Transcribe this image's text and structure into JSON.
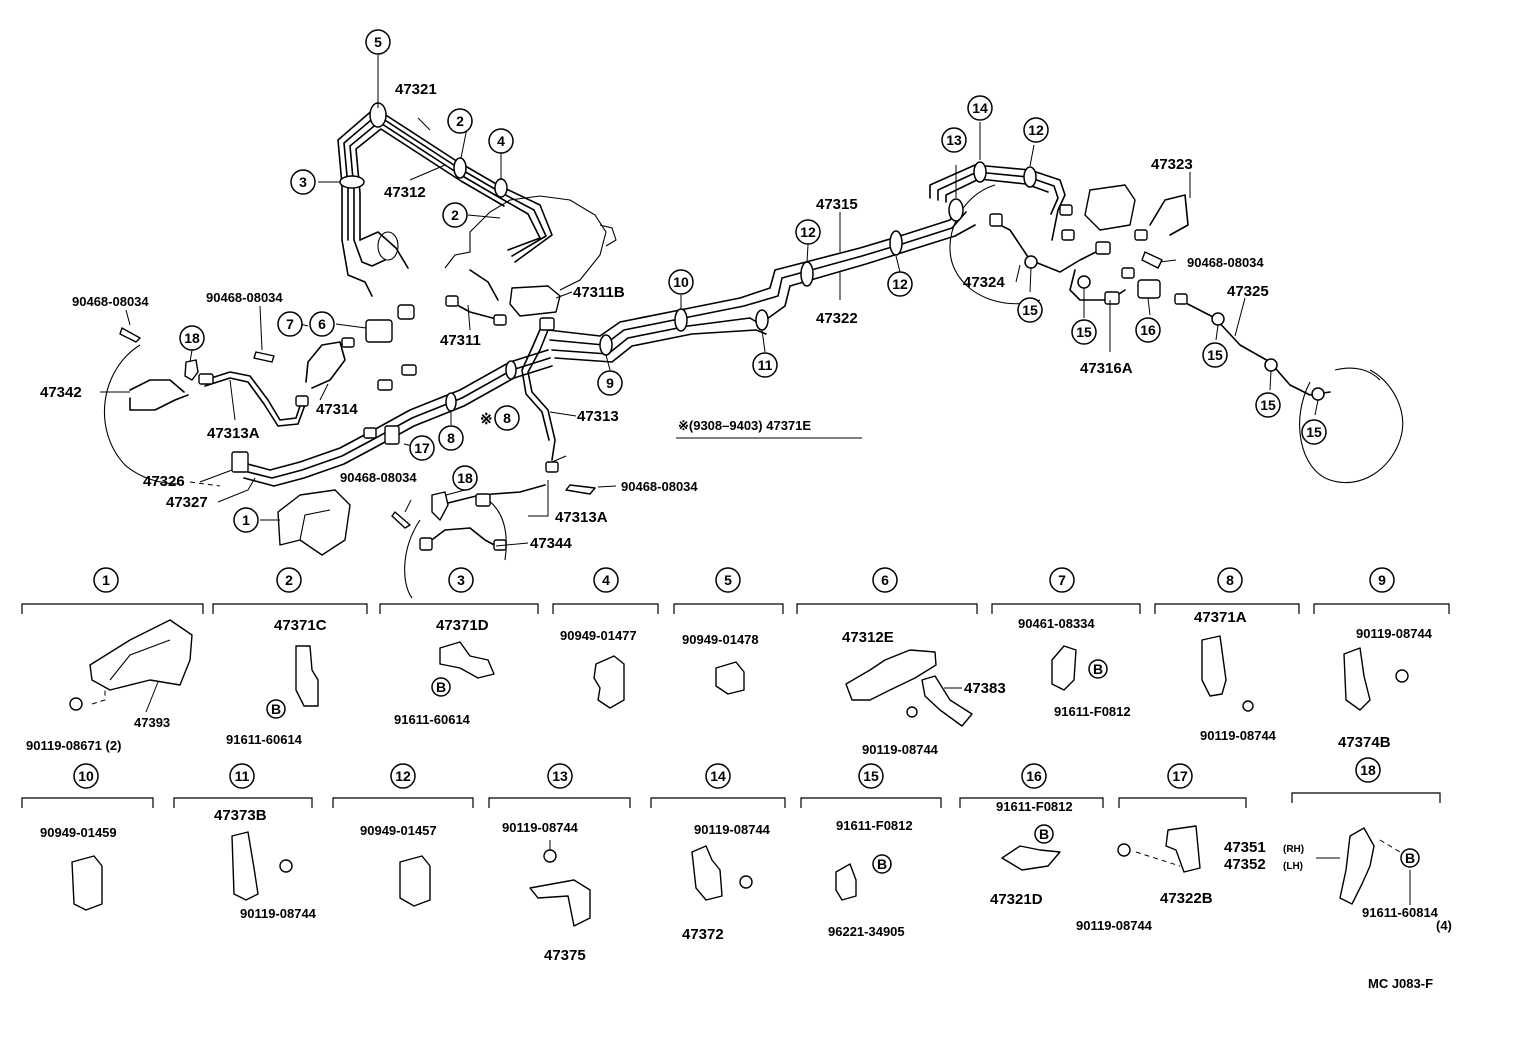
{
  "callouts": [
    {
      "id": "c5",
      "text": "5"
    },
    {
      "id": "c2a",
      "text": "2"
    },
    {
      "id": "c4",
      "text": "4"
    },
    {
      "id": "c3",
      "text": "3"
    },
    {
      "id": "c2b",
      "text": "2"
    },
    {
      "id": "c7",
      "text": "7"
    },
    {
      "id": "c6",
      "text": "6"
    },
    {
      "id": "c18a",
      "text": "18"
    },
    {
      "id": "c10",
      "text": "10"
    },
    {
      "id": "c9",
      "text": "9"
    },
    {
      "id": "c11",
      "text": "11"
    },
    {
      "id": "c8a",
      "text": "8"
    },
    {
      "id": "c8b",
      "text": "8"
    },
    {
      "id": "c17",
      "text": "17"
    },
    {
      "id": "c18b",
      "text": "18"
    },
    {
      "id": "c1",
      "text": "1"
    },
    {
      "id": "c12a",
      "text": "12"
    },
    {
      "id": "c12b",
      "text": "12"
    },
    {
      "id": "c13",
      "text": "13"
    },
    {
      "id": "c14",
      "text": "14"
    },
    {
      "id": "c12c",
      "text": "12"
    },
    {
      "id": "c15a",
      "text": "15"
    },
    {
      "id": "c15b",
      "text": "15"
    },
    {
      "id": "c16",
      "text": "16"
    },
    {
      "id": "c15c",
      "text": "15"
    },
    {
      "id": "c15d",
      "text": "15"
    },
    {
      "id": "c15e",
      "text": "15"
    }
  ],
  "labels": {
    "p47321": "47321",
    "p47312": "47312",
    "p47311B": "47311B",
    "p47311": "47311",
    "p90468a": "90468-08034",
    "p90468b": "90468-08034",
    "p47342": "47342",
    "p47313A_l": "47313A",
    "p47314": "47314",
    "p47326": "47326",
    "p47327": "47327",
    "p90468c": "90468-08034",
    "p47313": "47313",
    "p90468d": "90468-08034",
    "p47313A_r": "47313A",
    "p47344": "47344",
    "p47315": "47315",
    "p47322": "47322",
    "p47324": "47324",
    "p47323": "47323",
    "p90468e": "90468-08034",
    "p47325": "47325",
    "p47316A": "47316A",
    "p_star": "※",
    "note": "※(9308–9403) 47371E",
    "code": "MC  J083-F"
  },
  "detail_panels": [
    {
      "num": "1",
      "parts": [
        "47393",
        "90119-08671 (2)"
      ]
    },
    {
      "num": "2",
      "parts": [
        "47371C",
        "B",
        "91611-60614"
      ]
    },
    {
      "num": "3",
      "parts": [
        "47371D",
        "B",
        "91611-60614"
      ]
    },
    {
      "num": "4",
      "parts": [
        "90949-01477"
      ]
    },
    {
      "num": "5",
      "parts": [
        "90949-01478"
      ]
    },
    {
      "num": "6",
      "parts": [
        "47312E",
        "47383",
        "90119-08744"
      ]
    },
    {
      "num": "7",
      "parts": [
        "90461-08334",
        "B",
        "91611-F0812"
      ]
    },
    {
      "num": "8",
      "parts": [
        "47371A",
        "90119-08744"
      ]
    },
    {
      "num": "9",
      "parts": [
        "90119-08744",
        "47374B"
      ]
    },
    {
      "num": "10",
      "parts": [
        "90949-01459"
      ]
    },
    {
      "num": "11",
      "parts": [
        "47373B",
        "90119-08744"
      ]
    },
    {
      "num": "12",
      "parts": [
        "90949-01457"
      ]
    },
    {
      "num": "13",
      "parts": [
        "90119-08744",
        "47375"
      ]
    },
    {
      "num": "14",
      "parts": [
        "90119-08744",
        "47372"
      ]
    },
    {
      "num": "15",
      "parts": [
        "91611-F0812",
        "B",
        "96221-34905"
      ]
    },
    {
      "num": "16",
      "parts": [
        "91611-F0812",
        "B",
        "47321D"
      ]
    },
    {
      "num": "17",
      "parts": [
        "90119-08744",
        "47322B"
      ]
    },
    {
      "num": "18",
      "parts": [
        "47351",
        "(RH)",
        "47352",
        "(LH)",
        "B",
        "91611-60814",
        "(4)"
      ]
    }
  ]
}
